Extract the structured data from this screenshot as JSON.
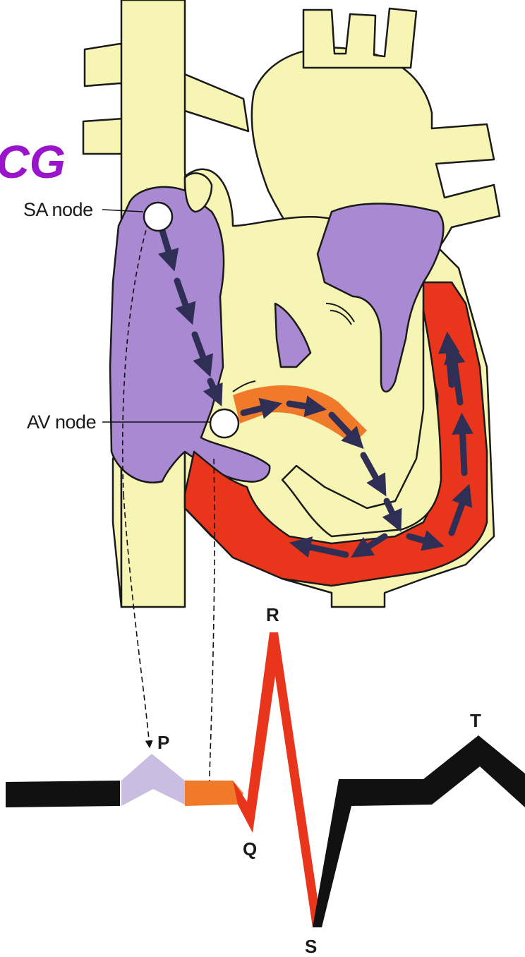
{
  "title_fragment": "CG",
  "labels": {
    "sa_node": "SA node",
    "av_node": "AV node"
  },
  "waves": {
    "p": "P",
    "q": "Q",
    "r": "R",
    "s": "S",
    "t": "T"
  },
  "colors": {
    "title": "#9a14cc",
    "vessel": "#f7f5b4",
    "atrium": "#a98ad2",
    "ventricle": "#e8351b",
    "conduction_band": "#f07a2a",
    "pathway_arrows": "#2f2e55",
    "node": "#ffffff",
    "p_wave": "#cbbde2",
    "qrs": "#e8351b",
    "baseline": "#111111"
  }
}
